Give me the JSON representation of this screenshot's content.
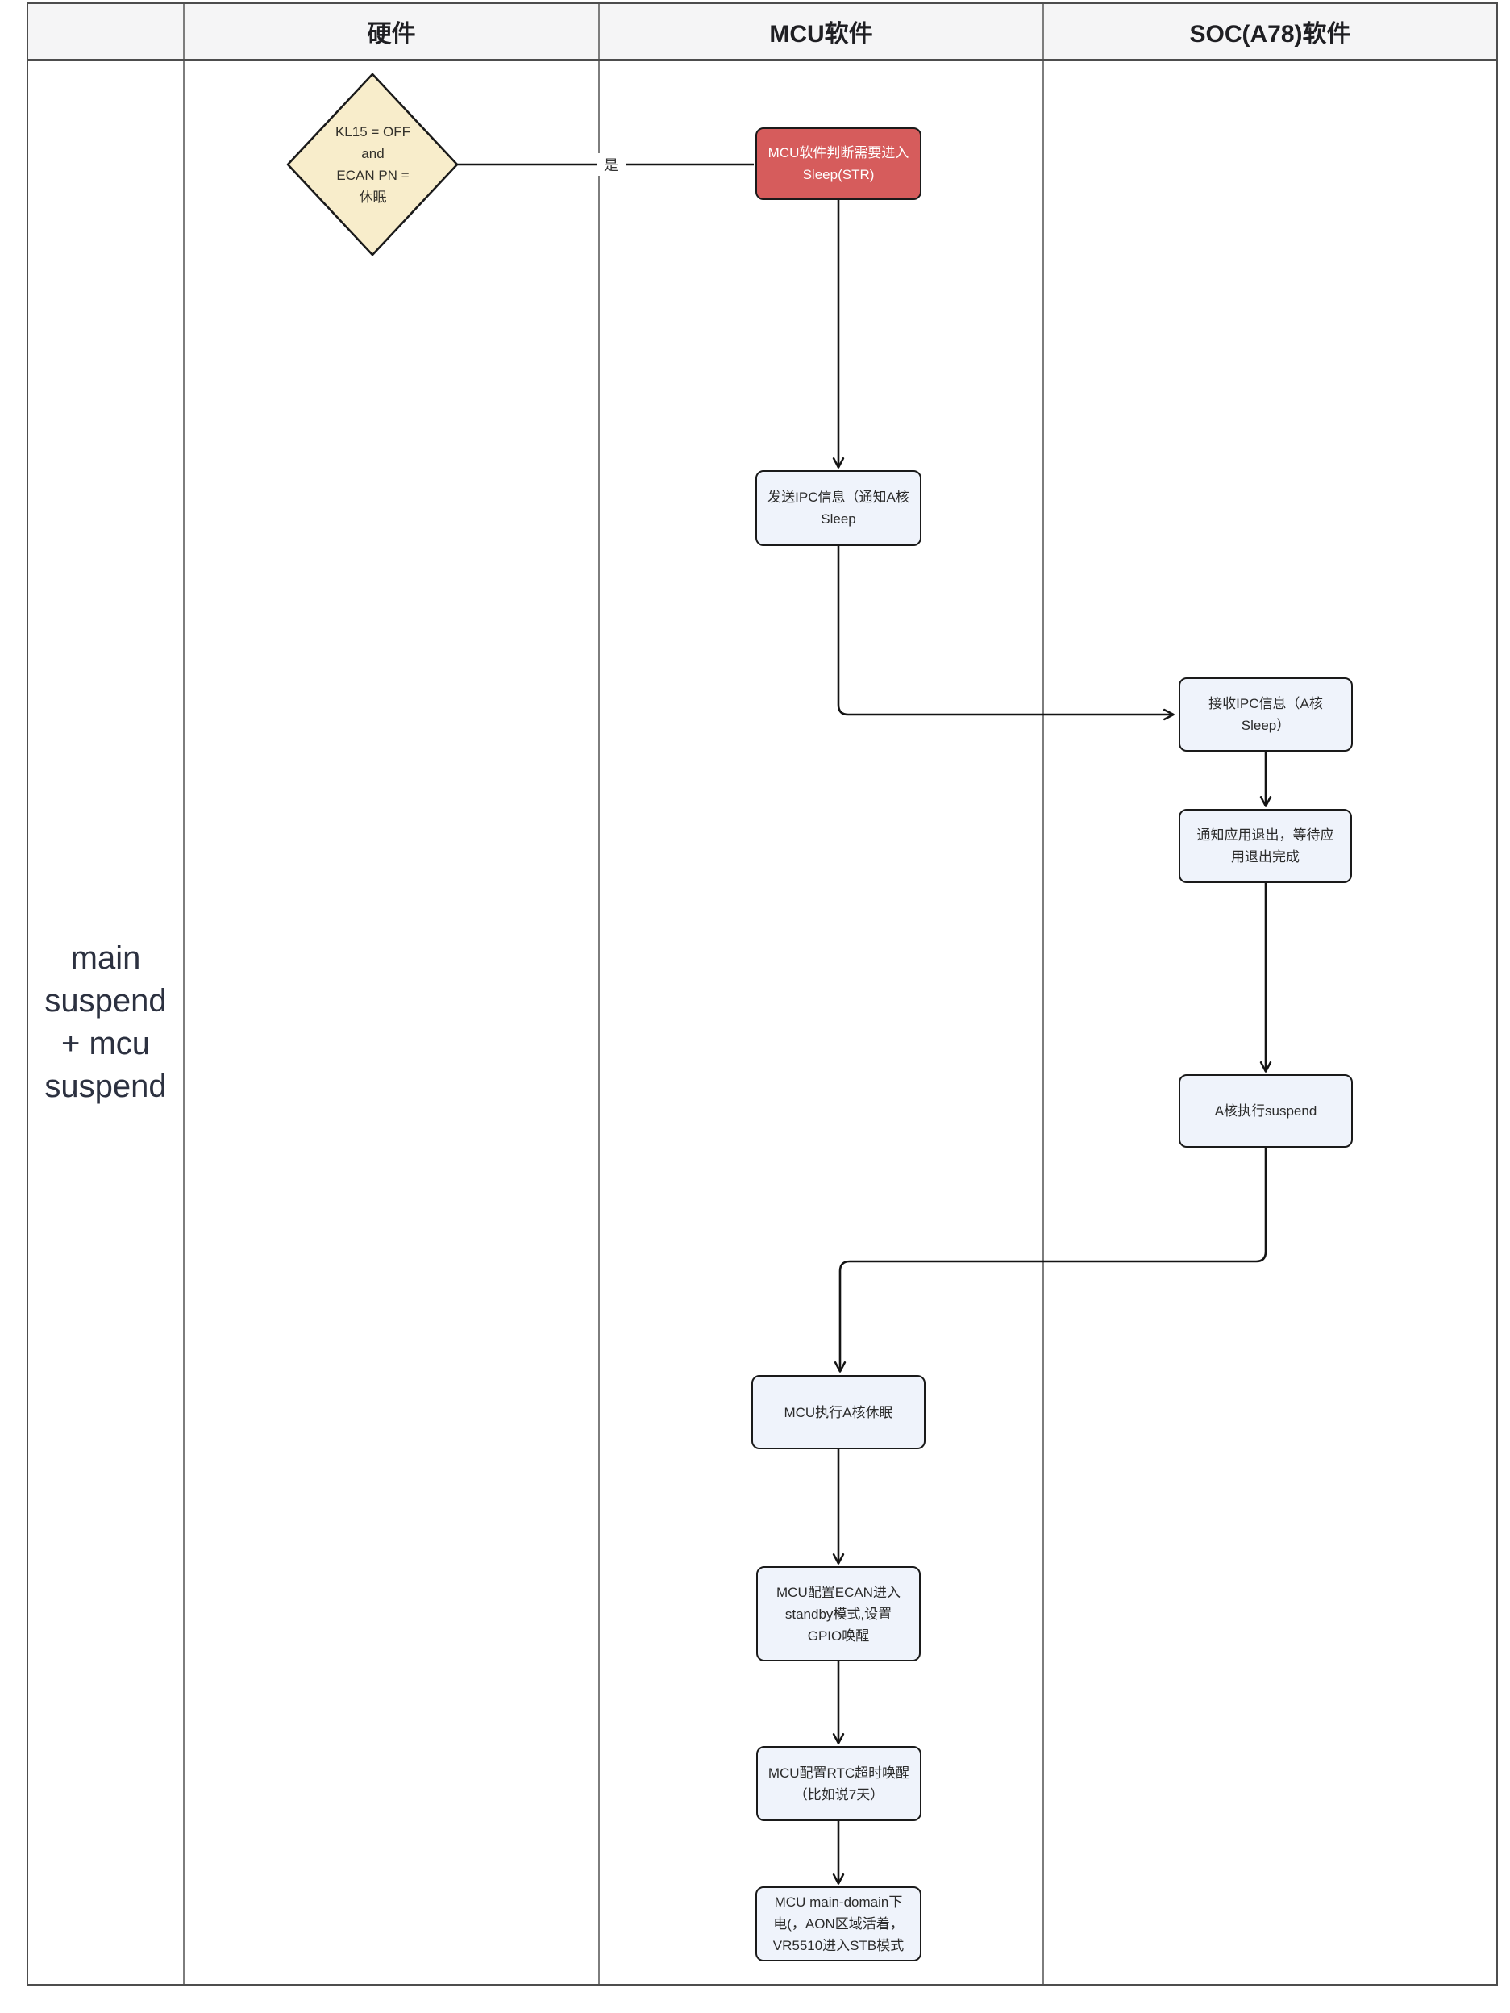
{
  "colors": {
    "red_node_fill": "#D65C5C",
    "blue_node_fill": "#EFF3FB",
    "diamond_fill": "#F8EDCB",
    "header_bg": "#F5F5F6",
    "shape_border": "#1A1A1A",
    "connector": "#141414"
  },
  "swimlanes": {
    "row_label": "main\nsuspend\n+ mcu\nsuspend",
    "columns": [
      {
        "label": "硬件"
      },
      {
        "label": "MCU软件"
      },
      {
        "label": "SOC(A78)软件"
      }
    ]
  },
  "nodes": {
    "decision_kl15": {
      "type": "decision",
      "label": "KL15 = OFF\nand\nECAN PN =\n休眠"
    },
    "judge_sleep": {
      "type": "process",
      "label": "MCU软件判断需要进入\nSleep(STR)"
    },
    "send_ipc": {
      "type": "process",
      "label": "发送IPC信息（通知A核\nSleep"
    },
    "recv_ipc": {
      "type": "process",
      "label": "接收IPC信息（A核\nSleep）"
    },
    "notify_app_exit": {
      "type": "process",
      "label": "通知应用退出，等待应\n用退出完成"
    },
    "a_core_suspend": {
      "type": "process",
      "label": "A核执行suspend"
    },
    "mcu_exec_a_sleep": {
      "type": "process",
      "label": "MCU执行A核休眠"
    },
    "ecan_standby": {
      "type": "process",
      "label": "MCU配置ECAN进入\nstandby模式,设置\nGPIO唤醒"
    },
    "rtc_timeout_wake": {
      "type": "process",
      "label": "MCU配置RTC超时唤醒\n（比如说7天）"
    },
    "main_domain_off": {
      "type": "process",
      "label": "MCU main-domain下\n电(，AON区域活着，\nVR5510进入STB模式"
    }
  },
  "edges": {
    "yes_label": "是"
  }
}
